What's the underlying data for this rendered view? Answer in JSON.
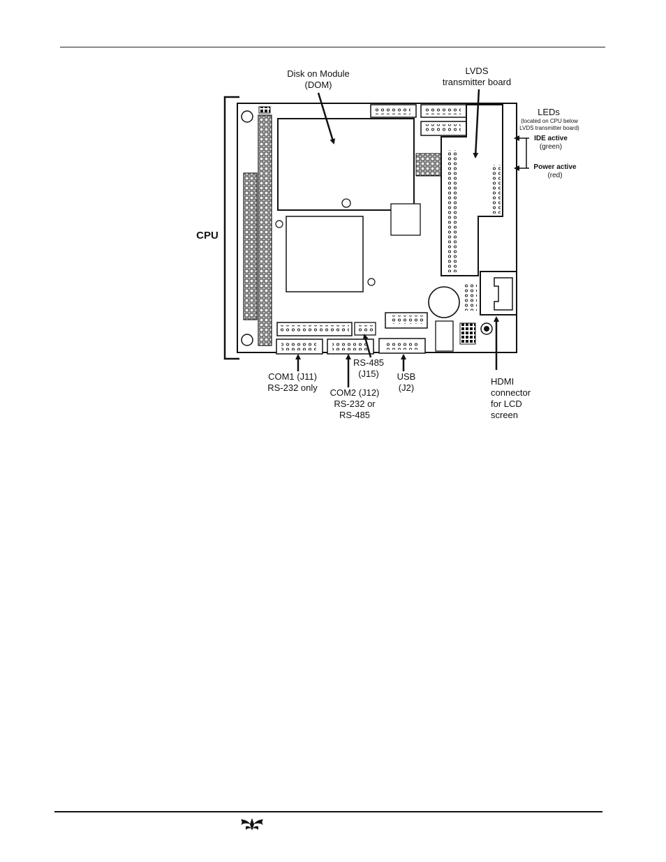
{
  "labels": {
    "cpu": "CPU",
    "dom_line1": "Disk on Module",
    "dom_line2": "(DOM)",
    "lvds_line1": "LVDS",
    "lvds_line2": "transmitter board",
    "leds_title": "LEDs",
    "leds_note_line1": "(located on CPU below",
    "leds_note_line2": "LVDS transmitter board)",
    "ide_line1": "IDE active",
    "ide_line2": "(green)",
    "power_line1": "Power active",
    "power_line2": "(red)",
    "com1_line1": "COM1 (J11)",
    "com1_line2": "RS-232 only",
    "com2_line1": "COM2 (J12)",
    "com2_line2": "RS-232 or",
    "com2_line3": "RS-485",
    "rs485_line1": "RS-485",
    "rs485_line2": "(J15)",
    "usb_line1": "USB",
    "usb_line2": "(J2)",
    "hdmi_line1": "HDMI",
    "hdmi_line2": "connector",
    "hdmi_line3": "for LCD",
    "hdmi_line4": "screen"
  },
  "footer": {
    "logo_icon": "teledyne-logo-icon"
  }
}
